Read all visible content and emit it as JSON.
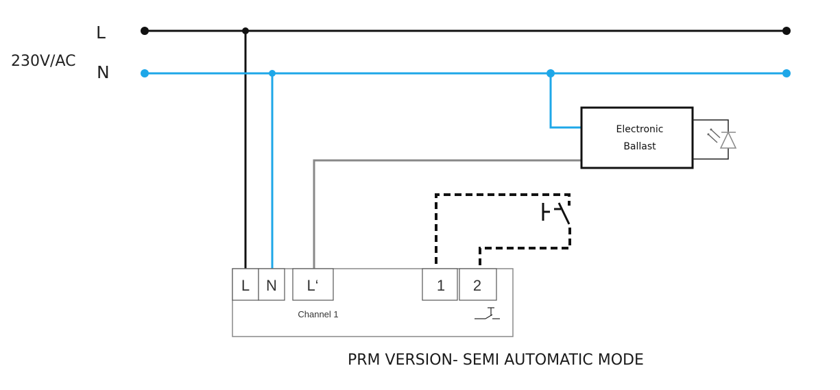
{
  "supply": {
    "voltage_label": "230V/AC",
    "line_label": "L",
    "neutral_label": "N"
  },
  "ballast": {
    "line1": "Electronic",
    "line2": "Ballast"
  },
  "module": {
    "terminals": [
      "L",
      "N",
      "L‘",
      "1",
      "2"
    ],
    "channel_label": "Channel 1"
  },
  "caption": "PRM VERSION- SEMI AUTOMATIC MODE",
  "colors": {
    "line": "#111111",
    "neutral": "#1ea7e8",
    "switched_output": "#888888",
    "box_border": "#777777"
  }
}
